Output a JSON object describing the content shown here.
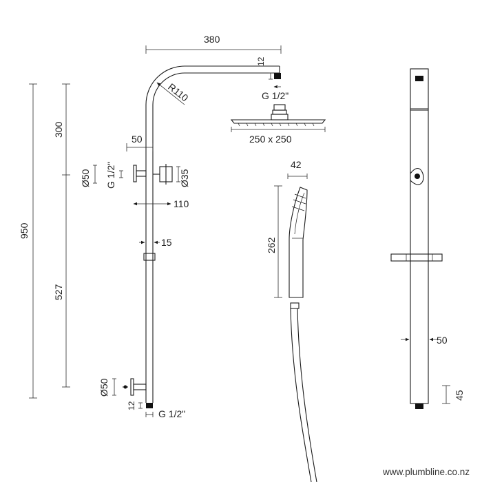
{
  "labels": {
    "width_380": "380",
    "outlet_12_top": "12",
    "radius": "R110",
    "outlet_thread_top": "G 1/2\"",
    "head_size": "250 x 250",
    "rail_top_300": "300",
    "offset_50": "50",
    "bracket_thread": "G 1/2\"",
    "dia_50_top": "Ø50",
    "dia_35": "Ø35",
    "projection_110": "110",
    "overall_950": "950",
    "tube_15": "15",
    "rail_527": "527",
    "dia_50_bottom": "Ø50",
    "inlet_12_bottom": "12",
    "inlet_thread_bottom": "G 1/2\"",
    "handset_width_42": "42",
    "handset_length_262": "262",
    "side_width_50": "50",
    "side_height_45": "45"
  },
  "footer": {
    "url": "www.plumbline.co.nz"
  }
}
